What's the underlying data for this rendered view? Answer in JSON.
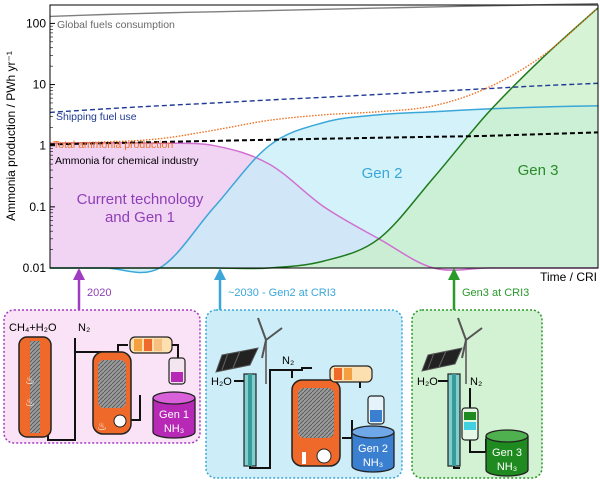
{
  "chart_data": {
    "type": "area",
    "ylabel": "Ammonia production / PWh yr⁻¹",
    "xlabel": "Time / CRI",
    "y_scale": "log",
    "ylim": [
      0.01,
      200
    ],
    "yticks": [
      "100",
      "10",
      "1",
      "0.1",
      "0.01"
    ],
    "ytick_values": [
      100,
      10,
      1,
      0.1,
      0.01
    ],
    "x": [
      0,
      0.1,
      0.2,
      0.3,
      0.4,
      0.5,
      0.6,
      0.7,
      0.8,
      0.9,
      1.0
    ],
    "lines": [
      {
        "name": "Global fuels consumption",
        "color": "#7f7f7f",
        "style": "solid",
        "values": [
          130,
          140,
          148,
          155,
          162,
          170,
          178,
          186,
          194,
          202,
          210
        ]
      },
      {
        "name": "Shipping fuel use",
        "color": "#1f3a93",
        "style": "dashed",
        "values": [
          3.5,
          4.0,
          4.5,
          5.0,
          5.6,
          6.2,
          6.9,
          7.7,
          8.6,
          9.6,
          10.5
        ]
      },
      {
        "name": "Total ammonia production",
        "color": "#f07020",
        "style": "dotted",
        "values": [
          1.1,
          1.15,
          1.3,
          1.8,
          2.6,
          3.2,
          3.6,
          4.5,
          9,
          30,
          180
        ]
      },
      {
        "name": "Ammonia for chemical industry",
        "color": "#000000",
        "style": "dashed",
        "values": [
          1.05,
          1.1,
          1.15,
          1.2,
          1.25,
          1.3,
          1.35,
          1.4,
          1.45,
          1.55,
          1.65
        ]
      }
    ],
    "areas": [
      {
        "name": "Current technology and Gen 1",
        "line": "#d070d0",
        "fill": "#ecc4f0",
        "values": [
          1.1,
          1.12,
          1.1,
          1.0,
          0.5,
          0.1,
          0.03,
          0.01,
          0.01,
          0.01,
          0.01
        ]
      },
      {
        "name": "Gen 2",
        "line": "#3aa7d8",
        "fill": "#c6eef8",
        "values": [
          0.01,
          0.01,
          0.01,
          0.1,
          1.0,
          2.4,
          3.2,
          3.6,
          4.0,
          4.3,
          4.5
        ]
      },
      {
        "name": "Gen 3",
        "line": "#1e7a1e",
        "fill": "#c8efc8",
        "values": [
          0.01,
          0.01,
          0.01,
          0.01,
          0.01,
          0.013,
          0.03,
          0.3,
          3.5,
          28,
          180
        ]
      }
    ],
    "area_labels": [
      "Current technology",
      "and Gen 1",
      "Gen 2",
      "Gen 3"
    ],
    "milestones": [
      {
        "text": "2020",
        "color": "#8e3fb5"
      },
      {
        "text": "~2030 - Gen2 at CRI3",
        "color": "#3aa7d8"
      },
      {
        "text": "Gen3 at CRI3",
        "color": "#2a9a2a"
      }
    ]
  },
  "panels": {
    "gen1": {
      "feed": "CH₄+H₂O",
      "n2": "N₂",
      "tank_label": "Gen 1",
      "tank_product": "NH₃"
    },
    "gen2": {
      "h2o": "H₂O",
      "n2": "N₂",
      "tank_label": "Gen 2",
      "tank_product": "NH₃"
    },
    "gen3": {
      "h2o": "H₂O",
      "n2": "N₂",
      "tank_label": "Gen 3",
      "tank_product": "NH₃"
    }
  },
  "colors": {
    "gen1_box": "#fbe3f7",
    "gen1_border": "#a03cc0",
    "gen2_box": "#cdeef9",
    "gen2_border": "#3aa7d8",
    "gen3_box": "#d3f1d3",
    "gen3_border": "#2a9a2a",
    "reactor_orange": "#ef6a2a",
    "tank_purple": "#b728b7",
    "tank_blue": "#3a7fd0",
    "tank_green": "#1f8a1f"
  }
}
